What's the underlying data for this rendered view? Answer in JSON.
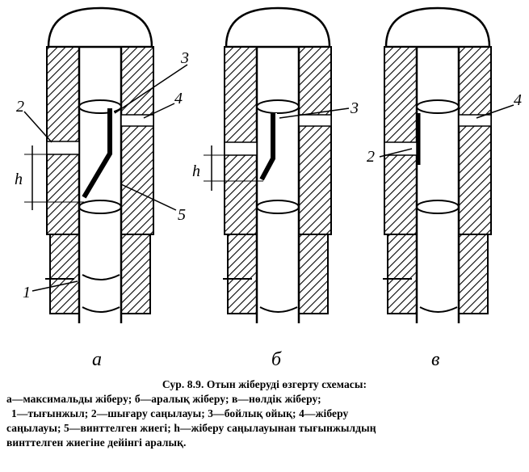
{
  "figure": {
    "panels": [
      {
        "letter": "а",
        "labels": [
          "1",
          "2",
          "3",
          "4",
          "5",
          "h"
        ]
      },
      {
        "letter": "б",
        "labels": [
          "3",
          "h"
        ]
      },
      {
        "letter": "в",
        "labels": [
          "2",
          "4"
        ]
      }
    ]
  },
  "caption": {
    "title": "Сур.  8.9. Отын  жіберуді өзгерту схемасы:",
    "line1": "а—максимальды  жіберу; б—аралық  жіберу; в—нөлдік жіберу;",
    "line2": "1—тығынжыл;  2—шығару  саңылауы;  3—бойлық ойық; 4—жіберу",
    "line3": "саңылауы;  5—винттелген жиегі; h—жіберу саңылауынан  тығынжылдың",
    "line4": "винттелген жиегіне дейінгі аралық."
  },
  "colors": {
    "ink": "#000000",
    "paper": "#ffffff"
  }
}
